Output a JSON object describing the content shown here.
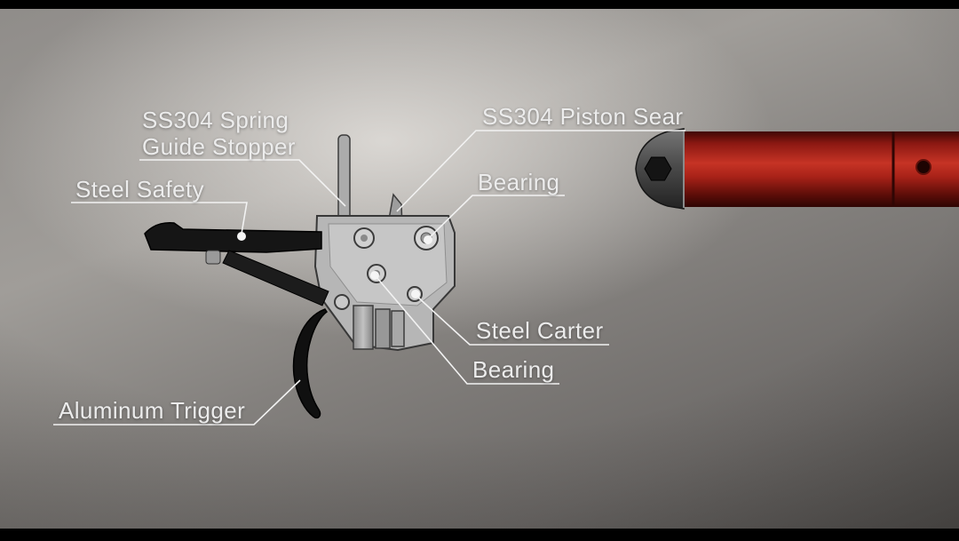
{
  "scene": {
    "type": "technical-callout-diagram",
    "subject": "airgun trigger assembly with piston tube"
  },
  "labels": {
    "spring_guide_stopper": {
      "line1": "SS304 Spring",
      "line2": "Guide Stopper"
    },
    "piston_sear": {
      "text": "SS304 Piston Sear"
    },
    "steel_safety": {
      "text": "Steel Safety"
    },
    "bearing_top": {
      "text": "Bearing"
    },
    "steel_carter": {
      "text": "Steel Carter"
    },
    "bearing_bottom": {
      "text": "Bearing"
    },
    "aluminum_trigger": {
      "text": "Aluminum Trigger"
    }
  },
  "colors": {
    "label_text": "#ececec",
    "leader_line": "#f2f2f2",
    "piston_red_bright": "#c63325",
    "piston_red_dark": "#3a0604",
    "end_cap_gray": "#4c4c4c",
    "housing_gray": "#b6b6b6",
    "black_parts": "#141414",
    "background_light": "#c9c6c2",
    "background_dark": "#514f4d"
  }
}
